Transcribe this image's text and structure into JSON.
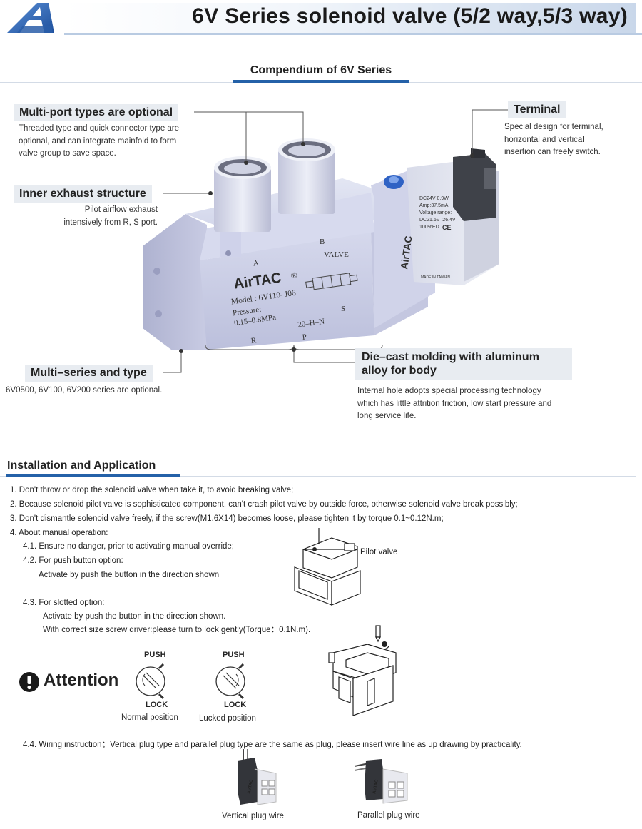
{
  "header": {
    "title": "6V Series solenoid valve (5/2 way,5/3 way)",
    "logo_icon": "airtac-a-logo-icon"
  },
  "compendium": {
    "title": "Compendium of 6V Series",
    "callouts": {
      "multiport": {
        "title": "Multi-port types are optional",
        "text": [
          "Threaded type and quick connector type are",
          "optional, and can integrate mainfold to form",
          "valve group to save space."
        ]
      },
      "inner_exhaust": {
        "title": "Inner exhaust structure",
        "text": [
          "Pilot airflow  exhaust",
          "intensively from R, S port."
        ]
      },
      "terminal": {
        "title": "Terminal",
        "text": [
          "Special design for terminal,",
          "horizontal and vertical",
          "insertion can freely switch."
        ]
      },
      "multiseries": {
        "title": "Multi–series and type",
        "text": [
          "6V0500, 6V100, 6V200 series are optional."
        ]
      },
      "diecast": {
        "title": [
          "Die–cast molding with aluminum",
          "alloy for body"
        ],
        "text": [
          "Internal hole adopts special processing technology",
          "which has little attrition friction, low start pressure and",
          "long service life."
        ]
      }
    },
    "valve_labels": {
      "brand": "AirTAC",
      "registered": "®",
      "model": "Model : 6V110–J06",
      "pressure_label": "Pressure:",
      "pressure_value": "0.15–0.8MPa",
      "code": "20–H–N",
      "valve": "VALVE",
      "port_a": "A",
      "port_b": "B",
      "port_r": "R",
      "port_p": "P",
      "port_s": "S",
      "coil_brand": "AirTAC",
      "coil_lines": [
        "DC24V  0.9W",
        "Amp:37.5mA",
        "Voltage range:",
        "DC21.6V–26.4V",
        "100%ED"
      ],
      "coil_ce": "CE",
      "coil_made": "MADE IN TAIWAN"
    }
  },
  "installation": {
    "title": "Installation and Application",
    "steps": [
      "1. Don't throw or drop the solenoid valve when take it, to avoid breaking valve;",
      "2. Because solenoid pilot valve is sophisticated component,  can't crash pilot valve by outside force, otherwise solenoid valve break possibly;",
      "3. Don't dismantle solenoid valve freely, if the screw(M1.6X14) becomes loose, please tighten it by torque 0.1~0.12N.m;",
      "4. About manual operation:"
    ],
    "sub_4_1": "4.1. Ensure no danger, prior to activating manual override;",
    "sub_4_2": "4.2. For push button option:",
    "sub_4_2_text": "Activate by push the button in the direction shown",
    "pilot_label": "Pilot valve",
    "sub_4_3": "4.3. For slotted option:",
    "sub_4_3_text": [
      "Activate by push the button in the direction shown.",
      "With correct size screw driver:please turn to lock gently(Torque：0.1N.m)."
    ],
    "attention": "Attention",
    "push_label": "PUSH",
    "lock_label": "LOCK",
    "normal_position": "Normal position",
    "locked_position": "Lucked position",
    "sub_4_4": "4.4. Wiring instruction；Vertical plug type and parallel plug type are the same as plug, please insert wire line as up drawing by practicality.",
    "vertical_caption": "Vertical plug wire",
    "parallel_caption": "Parallel plug wire",
    "plug_brand": "AirTAC"
  },
  "colors": {
    "accent_blue": "#2461a8",
    "callout_bg": "#e8ecf1",
    "valve_body": "#c9cde6"
  }
}
